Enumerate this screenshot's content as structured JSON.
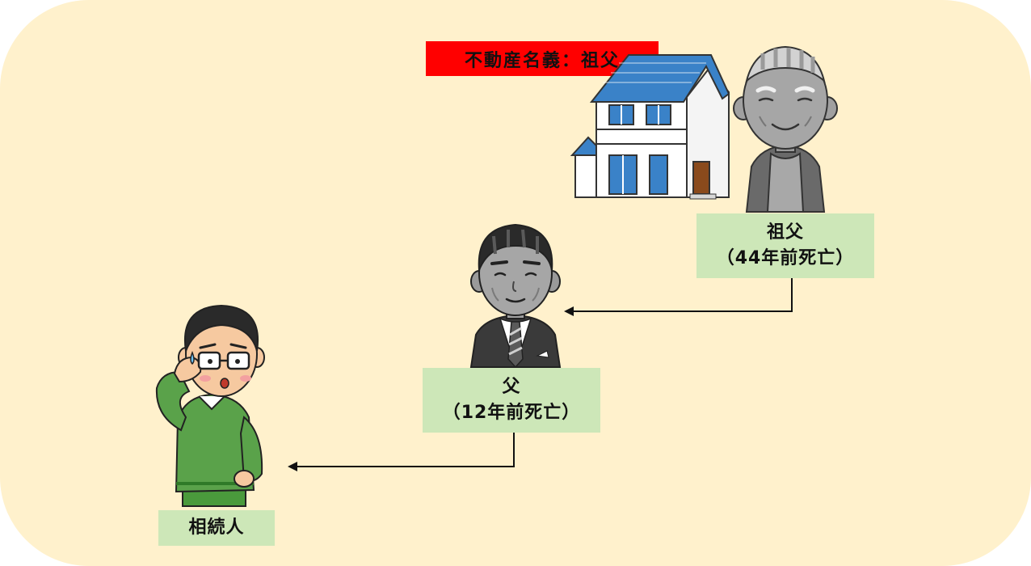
{
  "badge": {
    "text": "不動産名義：祖父"
  },
  "grandfather": {
    "name": "祖父",
    "detail": "（44年前死亡）"
  },
  "father": {
    "name": "父",
    "detail": "（12年前死亡）"
  },
  "heir": {
    "name": "相続人"
  },
  "colors": {
    "background": "#fff1cc",
    "label_box": "#cde7b8",
    "badge": "#ff0000",
    "roof": "#3a82c8",
    "heir_sweater": "#5aa24a"
  }
}
